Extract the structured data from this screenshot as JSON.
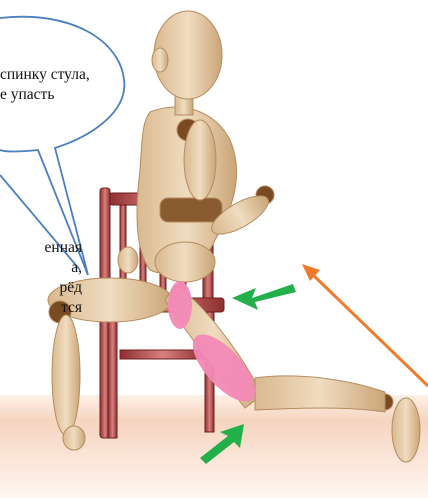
{
  "speech_bubble": {
    "lines": [
      "спинку стула,",
      "е упасть"
    ]
  },
  "side_text": {
    "lines": [
      "енная",
      "а,",
      "рёд",
      "тся"
    ]
  },
  "colors": {
    "bubble_outline": "#4a7fc0",
    "arrow_green": "#23b04a",
    "arrow_orange": "#f07a2a",
    "muscle_pink": "#f48ab8",
    "wood": "#e2c9a5",
    "chair": "#b84a4a",
    "floor": "#f6d7c2"
  },
  "icons": [
    "green-arrow-icon",
    "orange-arrow-icon"
  ]
}
